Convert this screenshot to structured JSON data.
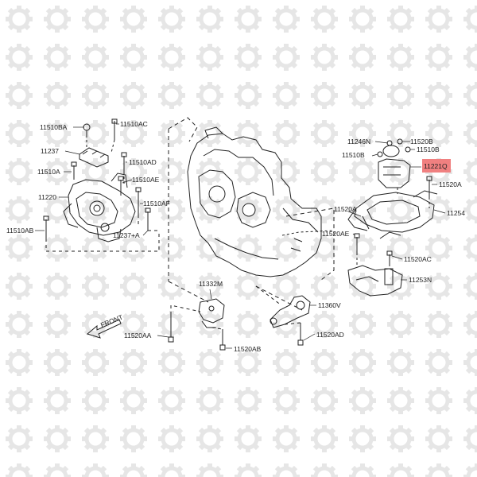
{
  "labels": {
    "l11510BA": "11510BA",
    "l11510AC": "11510AC",
    "l11237": "11237",
    "l11510AD": "11510AD",
    "l11510A": "11510A",
    "l11510AE": "11510AE",
    "l11220": "11220",
    "l11510AF": "11510AF",
    "l11510AB": "11510AB",
    "l11237A": "11237+A",
    "l11246N": "11246N",
    "l11520B": "11520B",
    "l11510B_left": "11510B",
    "l11510B_right": "11510B",
    "l11221Q": "11221Q",
    "l11520A_right": "11520A",
    "l11520A_left": "11520A",
    "l11254": "11254",
    "l11520AE": "11520AE",
    "l11520AC": "11520AC",
    "l11253N": "11253N",
    "l11332M": "11332M",
    "l11360V": "11360V",
    "lFront": "FRONT",
    "l11520AA": "11520AA",
    "l11520AB": "11520AB",
    "l11520AD": "11520AD"
  },
  "highlight_color": "#f08080",
  "line_color": "#222222",
  "watermark_color": "#e6e6e6"
}
